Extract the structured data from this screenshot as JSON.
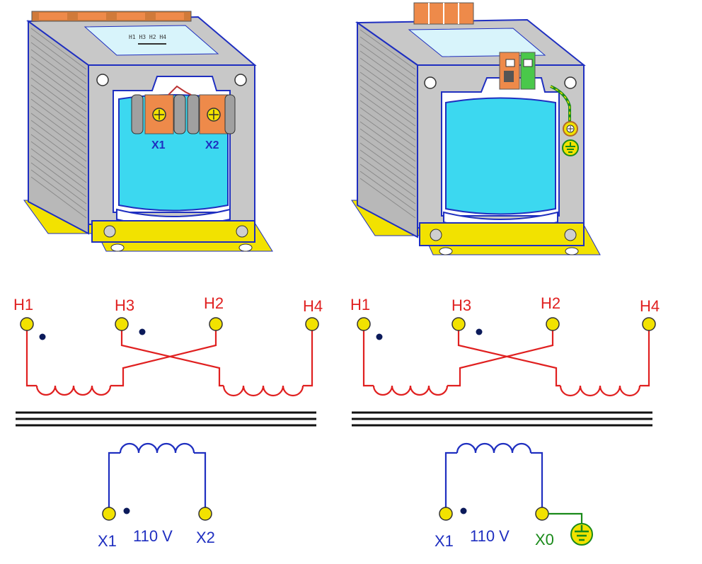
{
  "colors": {
    "primary_winding": "#e02020",
    "secondary_winding": "#1f2fc0",
    "ground": "#1a8a1a",
    "terminal_fill": "#f2e200",
    "coil_fill": "#3cd8f0",
    "core_gray": "#c8c8c8",
    "frame_blue": "#1f2fc0",
    "terminal_block": "#ee8a4a",
    "base_yellow": "#f2e200"
  },
  "left_unit": {
    "terminal_labels": [
      "X1",
      "X2"
    ],
    "plate_text": "H1  H3  H2  H4"
  },
  "right_unit": {
    "ground_symbol": "earth-ground"
  },
  "left_schematic": {
    "primary_terminals": [
      "H1",
      "H3",
      "H2",
      "H4"
    ],
    "secondary_terminals": [
      "X1",
      "X2"
    ],
    "secondary_voltage": "110 V"
  },
  "right_schematic": {
    "primary_terminals": [
      "H1",
      "H3",
      "H2",
      "H4"
    ],
    "secondary_terminals": [
      "X1",
      "X0"
    ],
    "secondary_voltage": "110 V"
  }
}
